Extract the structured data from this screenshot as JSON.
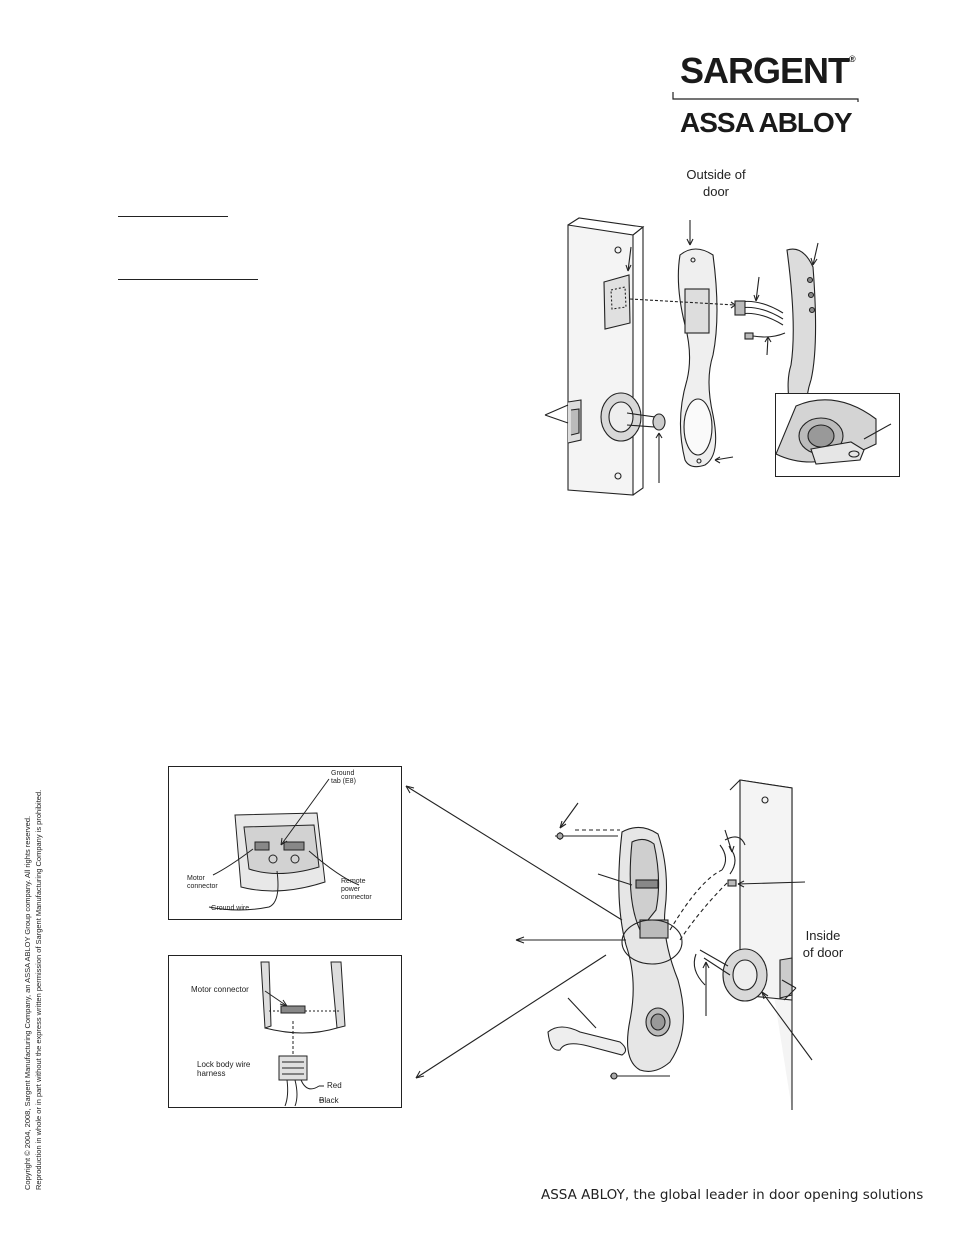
{
  "brand": {
    "name": "SARGENT",
    "registered": "®",
    "parent": "ASSA ABLOY"
  },
  "top_figure": {
    "caption_outside": [
      "Outside of",
      "door"
    ]
  },
  "bottom_figure": {
    "caption_inside": [
      "Inside",
      "of door"
    ],
    "inset1": {
      "ground_tab": [
        "Ground",
        "tab (E8)"
      ],
      "motor_connector": [
        "Motor",
        "connector"
      ],
      "remote_power": [
        "Remote",
        "power",
        "connector"
      ],
      "ground_wire": "Ground wire"
    },
    "inset2": {
      "motor_connector": "Motor connector",
      "harness": [
        "Lock body wire",
        "harness"
      ],
      "red": "Red",
      "black": "Black"
    }
  },
  "copyright": {
    "line1": "Copyright © 2004, 2008, Sargent Manufacturing Company, an ASSA ABLOY Group company. All rights reserved.",
    "line2": "Reproduction in whole or in part without the express written permission of Sargent Manufacturing Company is prohibited."
  },
  "footer": "ASSA ABLOY, the global leader in door opening solutions",
  "colors": {
    "ink": "#1a1a1a",
    "door": "#f2f2f2",
    "shade": "#bdbdbd"
  }
}
